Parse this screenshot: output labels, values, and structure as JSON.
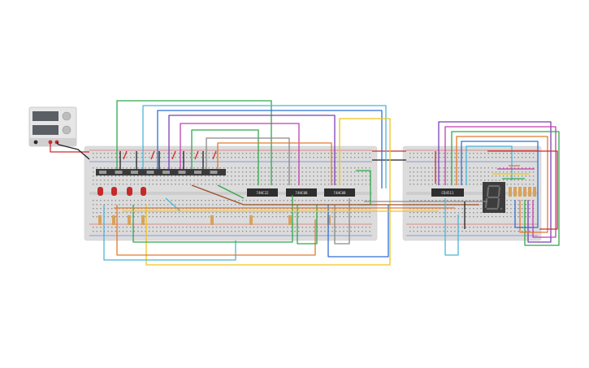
{
  "canvas": {
    "background": "#ffffff",
    "breadboard_color": "#dcdcdc",
    "rail_red": "#d33b3b",
    "rail_blue": "#3b5bd3"
  },
  "power_supply": {
    "body_color": "#e6e6e6",
    "display_color": "#5a5f66",
    "knob_icon": "dial-knob-icon",
    "terminals": [
      "black",
      "red",
      "red"
    ]
  },
  "chips": [
    {
      "label": "74HC32",
      "board": "main"
    },
    {
      "label": "74HC08",
      "board": "main"
    },
    {
      "label": "74HC08",
      "board": "main"
    },
    {
      "label": "CD4511",
      "board": "display"
    }
  ],
  "seven_segment": {
    "shown_digit": "8",
    "color": "#3d3d3d",
    "segment_color": "#6d6d6d"
  },
  "switch_bank": {
    "count": 8,
    "color": "#3a3a3a"
  },
  "leds": {
    "count": 4,
    "color": "#c42a2a"
  },
  "resistors": {
    "color": "#d9a25a"
  },
  "wire_colors": [
    "#2fa84a",
    "#4bb5d6",
    "#2f6fd6",
    "#7b3fb5",
    "#c43fb0",
    "#e07a2f",
    "#f0c419",
    "#8a8a8a",
    "#d12a2a",
    "#202020",
    "#a0522d"
  ]
}
